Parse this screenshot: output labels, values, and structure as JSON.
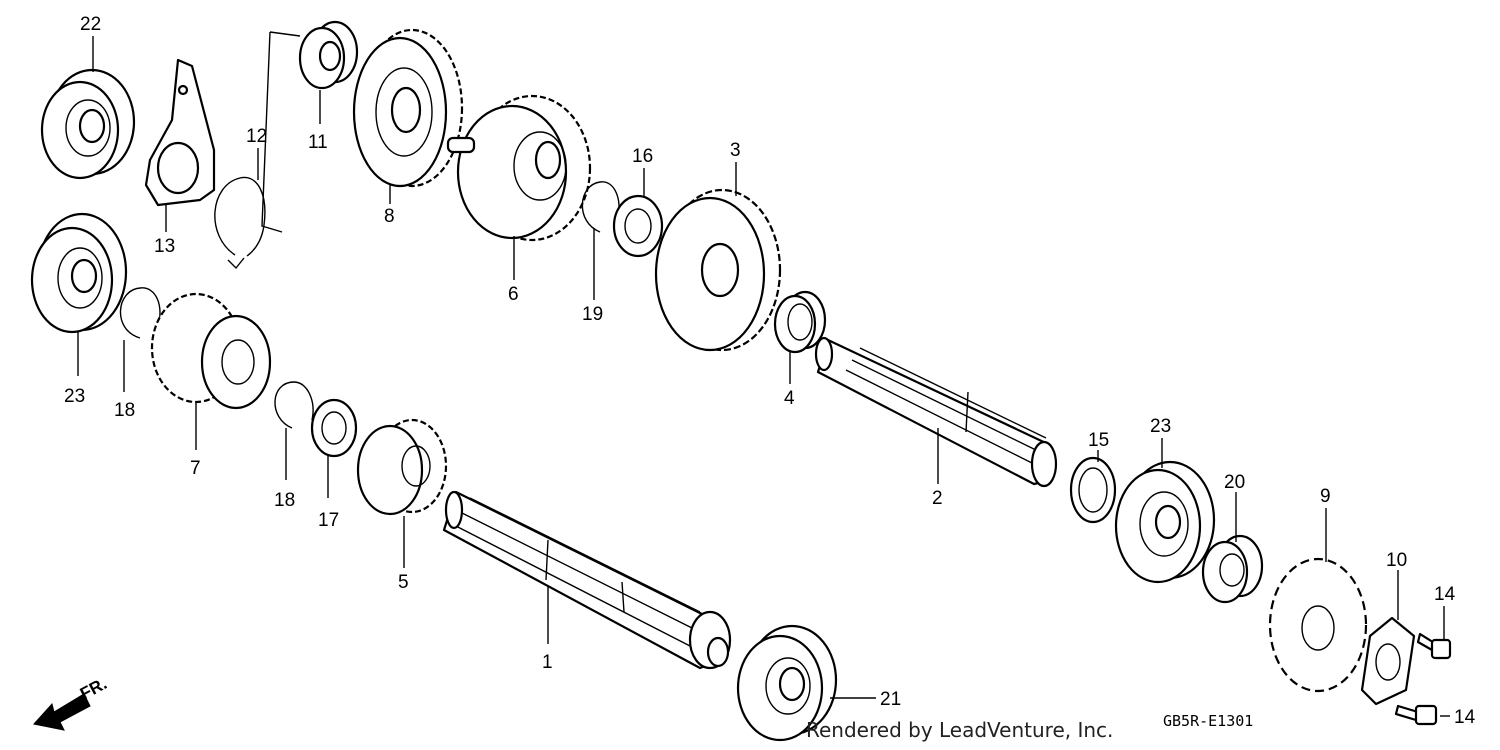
{
  "diagram_code": "GB5R-E1301",
  "credit": "Rendered by LeadVenture, Inc.",
  "front_indicator": "FR.",
  "callouts": {
    "p1": "1",
    "p2": "2",
    "p3": "3",
    "p4": "4",
    "p5": "5",
    "p6": "6",
    "p7": "7",
    "p8": "8",
    "p9": "9",
    "p10": "10",
    "p11": "11",
    "p12": "12",
    "p13": "13",
    "p14a": "14",
    "p14b": "14",
    "p15": "15",
    "p16": "16",
    "p17": "17",
    "p18a": "18",
    "p18b": "18",
    "p19": "19",
    "p20": "20",
    "p21": "21",
    "p22": "22",
    "p23a": "23",
    "p23b": "23"
  }
}
